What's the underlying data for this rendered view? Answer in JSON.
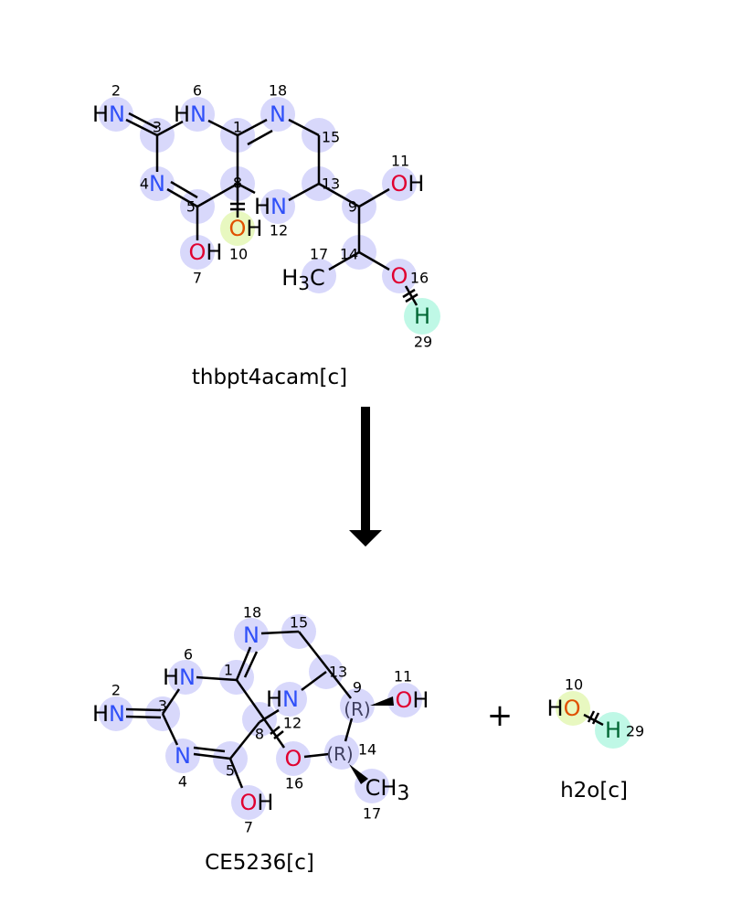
{
  "reaction": {
    "substrate": {
      "name": "thbpt4acam[c]",
      "atoms": {
        "a1": {
          "idx": "1"
        },
        "a2": {
          "idx": "2",
          "h": "H",
          "el": "N"
        },
        "a3": {
          "idx": "3"
        },
        "a4": {
          "idx": "4",
          "el": "N"
        },
        "a5": {
          "idx": "5"
        },
        "a6": {
          "idx": "6",
          "h": "H",
          "el": "N"
        },
        "a7": {
          "idx": "7",
          "el": "O",
          "h": "H"
        },
        "a8": {
          "idx": "8"
        },
        "a9": {
          "idx": "9"
        },
        "a10": {
          "idx": "10",
          "el": "O",
          "h": "H"
        },
        "a11": {
          "idx": "11",
          "el": "O",
          "h": "H"
        },
        "a12": {
          "idx": "12",
          "h": "H",
          "el": "N"
        },
        "a13": {
          "idx": "13"
        },
        "a14": {
          "idx": "14"
        },
        "a15": {
          "idx": "15"
        },
        "a16": {
          "idx": "16",
          "el": "O"
        },
        "a17": {
          "idx": "17",
          "h": "H",
          "sub": "3",
          "el": "C"
        },
        "a18": {
          "idx": "18",
          "el": "N"
        },
        "a29": {
          "idx": "29",
          "el": "H"
        }
      }
    },
    "arrow": "reaction-arrow",
    "plus": "+",
    "product": {
      "name": "CE5236[c]",
      "atoms": {
        "a1": {
          "idx": "1"
        },
        "a2": {
          "idx": "2",
          "h": "H",
          "el": "N"
        },
        "a3": {
          "idx": "3"
        },
        "a4": {
          "idx": "4",
          "el": "N"
        },
        "a5": {
          "idx": "5"
        },
        "a6": {
          "idx": "6",
          "h": "H",
          "el": "N"
        },
        "a7": {
          "idx": "7",
          "el": "O",
          "h": "H"
        },
        "a8": {
          "idx": "8"
        },
        "a9": {
          "idx": "9",
          "stereo": "(R)"
        },
        "a11": {
          "idx": "11",
          "el": "O",
          "h": "H"
        },
        "a12": {
          "idx": "12",
          "h": "H",
          "el": "N"
        },
        "a13": {
          "idx": "13"
        },
        "a14": {
          "idx": "14",
          "stereo": "(R)"
        },
        "a15": {
          "idx": "15"
        },
        "a16": {
          "idx": "16",
          "el": "O"
        },
        "a17": {
          "idx": "17",
          "el": "CH",
          "sub": "3"
        },
        "a18": {
          "idx": "18",
          "el": "N"
        }
      }
    },
    "water": {
      "name": "h2o[c]",
      "atoms": {
        "a10": {
          "idx": "10",
          "h": "H",
          "el": "O"
        },
        "a29": {
          "idx": "29",
          "el": "H"
        }
      }
    }
  }
}
